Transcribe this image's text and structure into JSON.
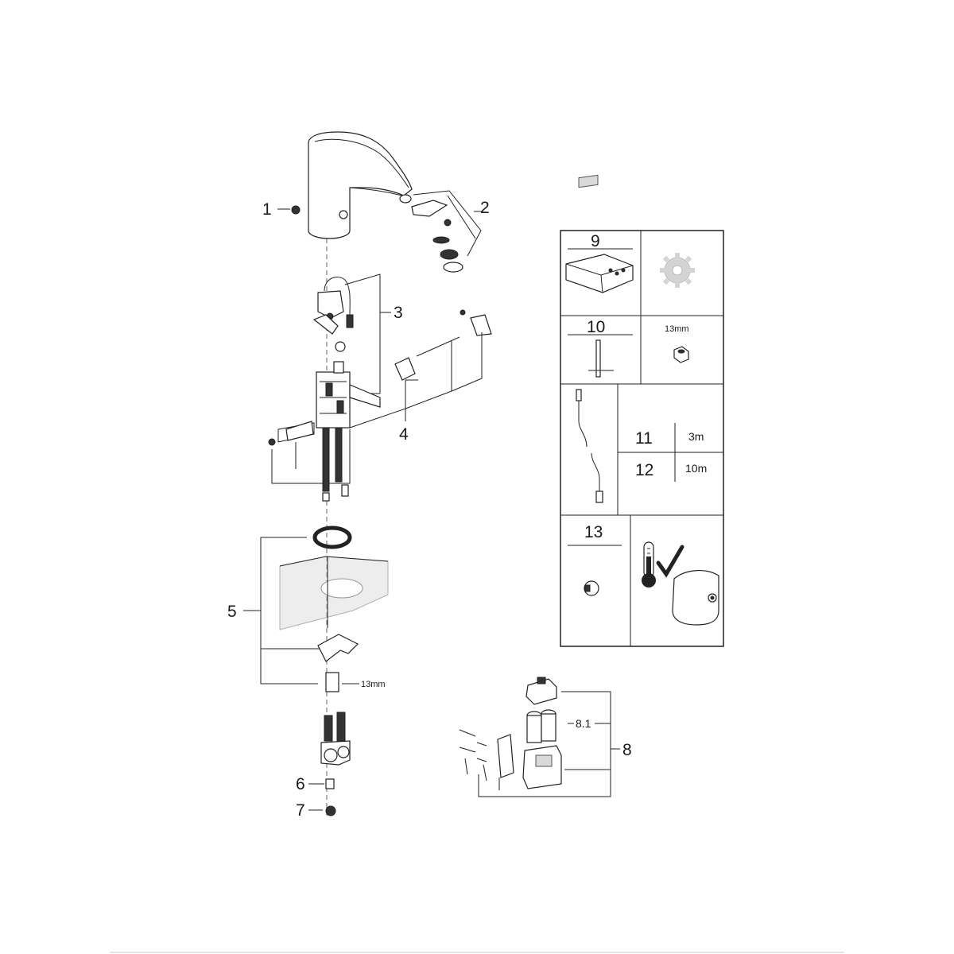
{
  "callouts": {
    "c1": "1",
    "c2": "2",
    "c3": "3",
    "c4": "4",
    "c5": "5",
    "c6": "6",
    "c7": "7",
    "c8": "8",
    "c8_1": "8.1",
    "nut_size_main": "13mm"
  },
  "table": {
    "row9": {
      "number": "9"
    },
    "row10": {
      "number": "10",
      "nut_size": "13mm"
    },
    "row11": {
      "number": "11",
      "length": "3m"
    },
    "row12": {
      "number": "12",
      "length": "10m"
    },
    "row13": {
      "number": "13"
    }
  },
  "colors": {
    "line": "#222222",
    "light_grey": "#d9d9d9",
    "accent_dark": "#333333"
  }
}
